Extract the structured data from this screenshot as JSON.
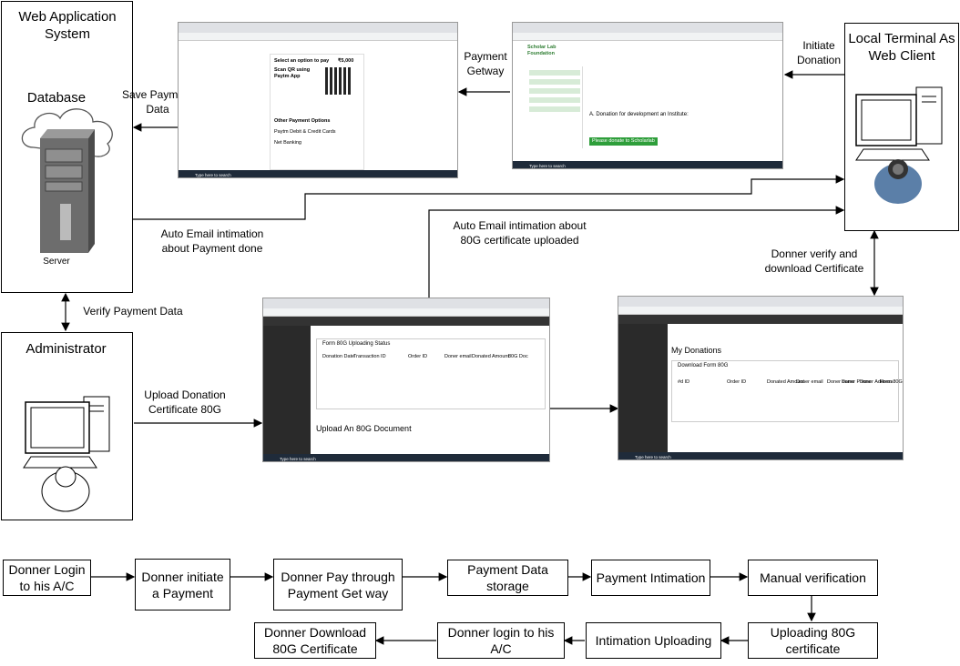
{
  "system": {
    "title": "Web Application System",
    "database_label": "Database",
    "server_label": "Server"
  },
  "client": {
    "title": "Local Terminal As Web Client"
  },
  "admin": {
    "title": "Administrator"
  },
  "edges": {
    "save_payment": "Save Payment Data",
    "payment_gateway": "Payment Getway",
    "initiate_donation": "Initiate Donation",
    "auto_email_payment": "Auto Email intimation about Payment done",
    "auto_email_80g": "Auto Email intimation about 80G certificate uploaded",
    "verify_payment": "Verify Payment Data",
    "upload_80g": "Upload Donation Certificate 80G",
    "donner_verify": "Donner verify and download Certificate"
  },
  "shots": {
    "payment": {
      "heading": "Select an option to pay",
      "amount": "₹5,000",
      "qr_title": "Scan QR using Paytm App",
      "other_options": "Other Payment Options",
      "opt1": "Paytm Debit & Credit Cards",
      "opt2": "Net Banking",
      "search": "Type here to search"
    },
    "donate": {
      "org": "Scholar Lab Foundation",
      "section": "A. Donation for development an Institute:",
      "button": "Please donate to Scholarlab",
      "search": "Type here to search"
    },
    "admin_page": {
      "panel_title": "Form 80G Uploading Status",
      "upload_title": "Upload An 80G Document",
      "cols": [
        "Donation Date",
        "Transaction ID",
        "Order ID",
        "Doner email",
        "Donated Amount",
        "80G Doc"
      ],
      "search": "Type here to search"
    },
    "my_donations": {
      "title": "My Donations",
      "panel_title": "Download Form 80G",
      "cols": [
        "#d ID",
        "Order ID",
        "Donated Amount",
        "Doner email",
        "Doner name",
        "Doner Phone",
        "Doner Address",
        "Form 80G"
      ],
      "search": "Type here to search"
    }
  },
  "flow": {
    "steps": [
      "Donner Login to his A/C",
      "Donner initiate a Payment",
      "Donner Pay through Payment Get way",
      "Payment Data storage",
      "Payment Intimation",
      "Manual verification",
      "Uploading 80G certificate",
      "Intimation Uploading",
      "Donner login to his A/C",
      "Donner Download 80G Certificate"
    ]
  }
}
